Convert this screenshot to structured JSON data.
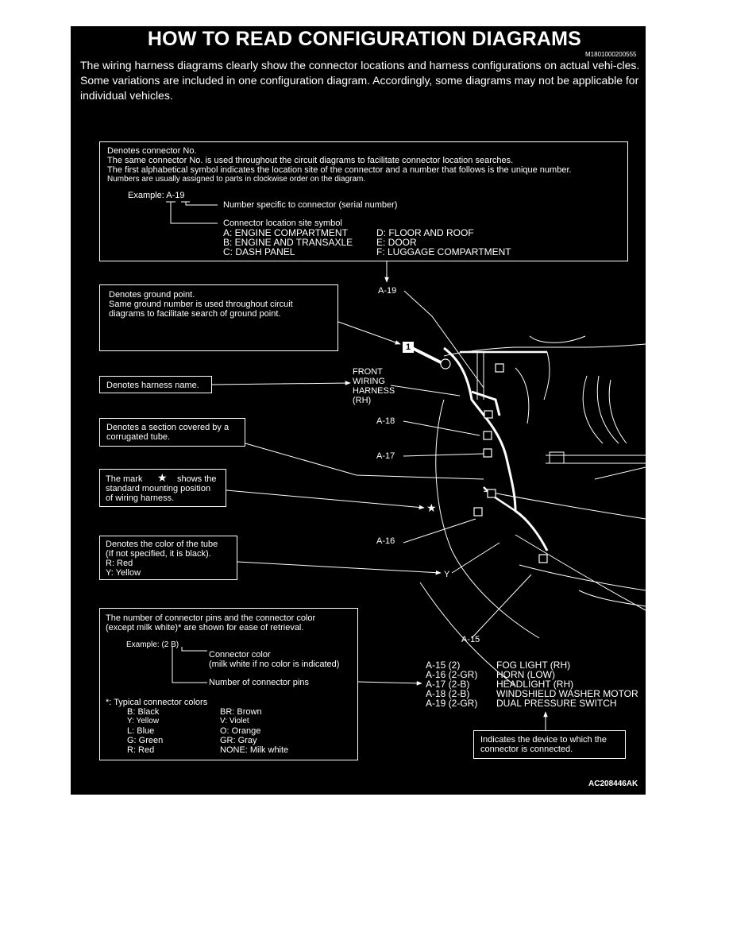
{
  "header": {
    "title": "HOW TO READ CONFIGURATION DIAGRAMS",
    "code": "M1801000200555",
    "intro": "The wiring harness diagrams clearly show the connector locations and harness configurations on actual vehi-cles. Some variations are included in one configuration diagram. Accordingly, some diagrams may not be applicable for individual vehicles."
  },
  "connector_box": {
    "lines": [
      "Denotes connector No.",
      "The same connector No. is used throughout the circuit diagrams to facilitate connector location searches.",
      "The first alphabetical symbol indicates the location site of the connector and a number that follows is the unique number.",
      "Numbers are usually assigned to parts in clockwise order on the diagram."
    ],
    "example": "Example: A-19",
    "serial_note": "Number specific to connector (serial number)",
    "site_note": "Connector location site symbol",
    "sites_left": [
      "A:  ENGINE COMPARTMENT",
      "B:  ENGINE AND TRANSAXLE",
      "C:  DASH PANEL"
    ],
    "sites_right": [
      "D:  FLOOR AND ROOF",
      "E:  DOOR",
      "F:  LUGGAGE COMPARTMENT"
    ]
  },
  "ground_box": {
    "lines": [
      "Denotes ground point.",
      "Same ground number is used throughout circuit",
      "diagrams to facilitate search of ground point."
    ]
  },
  "harness_box": {
    "text": "Denotes harness name."
  },
  "tube_box": {
    "lines": [
      "Denotes a section covered by a",
      "corrugated tube."
    ]
  },
  "mark_box": {
    "line1_a": "The mark",
    "star": "★",
    "line1_b": "shows the",
    "lines": [
      "standard mounting position",
      "of wiring harness."
    ]
  },
  "color_box": {
    "lines": [
      "Denotes the color of the tube",
      "(If not specified, it is black).",
      "R:  Red",
      "Y:  Yellow"
    ]
  },
  "pins_box": {
    "lines": [
      "The number of connector pins and the connector color",
      "(except milk white)* are shown for ease of retrieval."
    ],
    "example": "Example: (2 B)",
    "color_note": [
      "Connector color",
      "(milk white if no color is indicated)"
    ],
    "pins_note": "Number of connector pins",
    "typical": "*: Typical connector colors",
    "colors_left": [
      "B:   Black",
      "Y:   Yellow",
      "L:   Blue",
      "G:   Green",
      "R:   Red"
    ],
    "colors_right": [
      "BR: Brown",
      "V:   Violet",
      "O:   Orange",
      "GR: Gray",
      "NONE: Milk white"
    ]
  },
  "device_box": {
    "lines": [
      "Indicates the device to which the",
      "connector is connected."
    ]
  },
  "diagram_labels": {
    "a19": "A-19",
    "harness": [
      "FRONT",
      "WIRING",
      "HARNESS",
      "(RH)"
    ],
    "a18": "A-18",
    "a17": "A-17",
    "star": "★",
    "a16": "A-16",
    "y": "Y",
    "a15": "A-15",
    "ground_tag": "1"
  },
  "connector_list": [
    {
      "code": "A-15 (2)",
      "device": "FOG LIGHT (RH)"
    },
    {
      "code": "A-16 (2-GR)",
      "device": "HORN (LOW)"
    },
    {
      "code": "A-17 (2-B)",
      "device": "HEADLIGHT (RH)"
    },
    {
      "code": "A-18 (2-B)",
      "device": "WINDSHIELD WASHER MOTOR"
    },
    {
      "code": "A-19 (2-GR)",
      "device": "DUAL PRESSURE SWITCH"
    }
  ],
  "footer": {
    "figure_code": "AC208446AK"
  }
}
